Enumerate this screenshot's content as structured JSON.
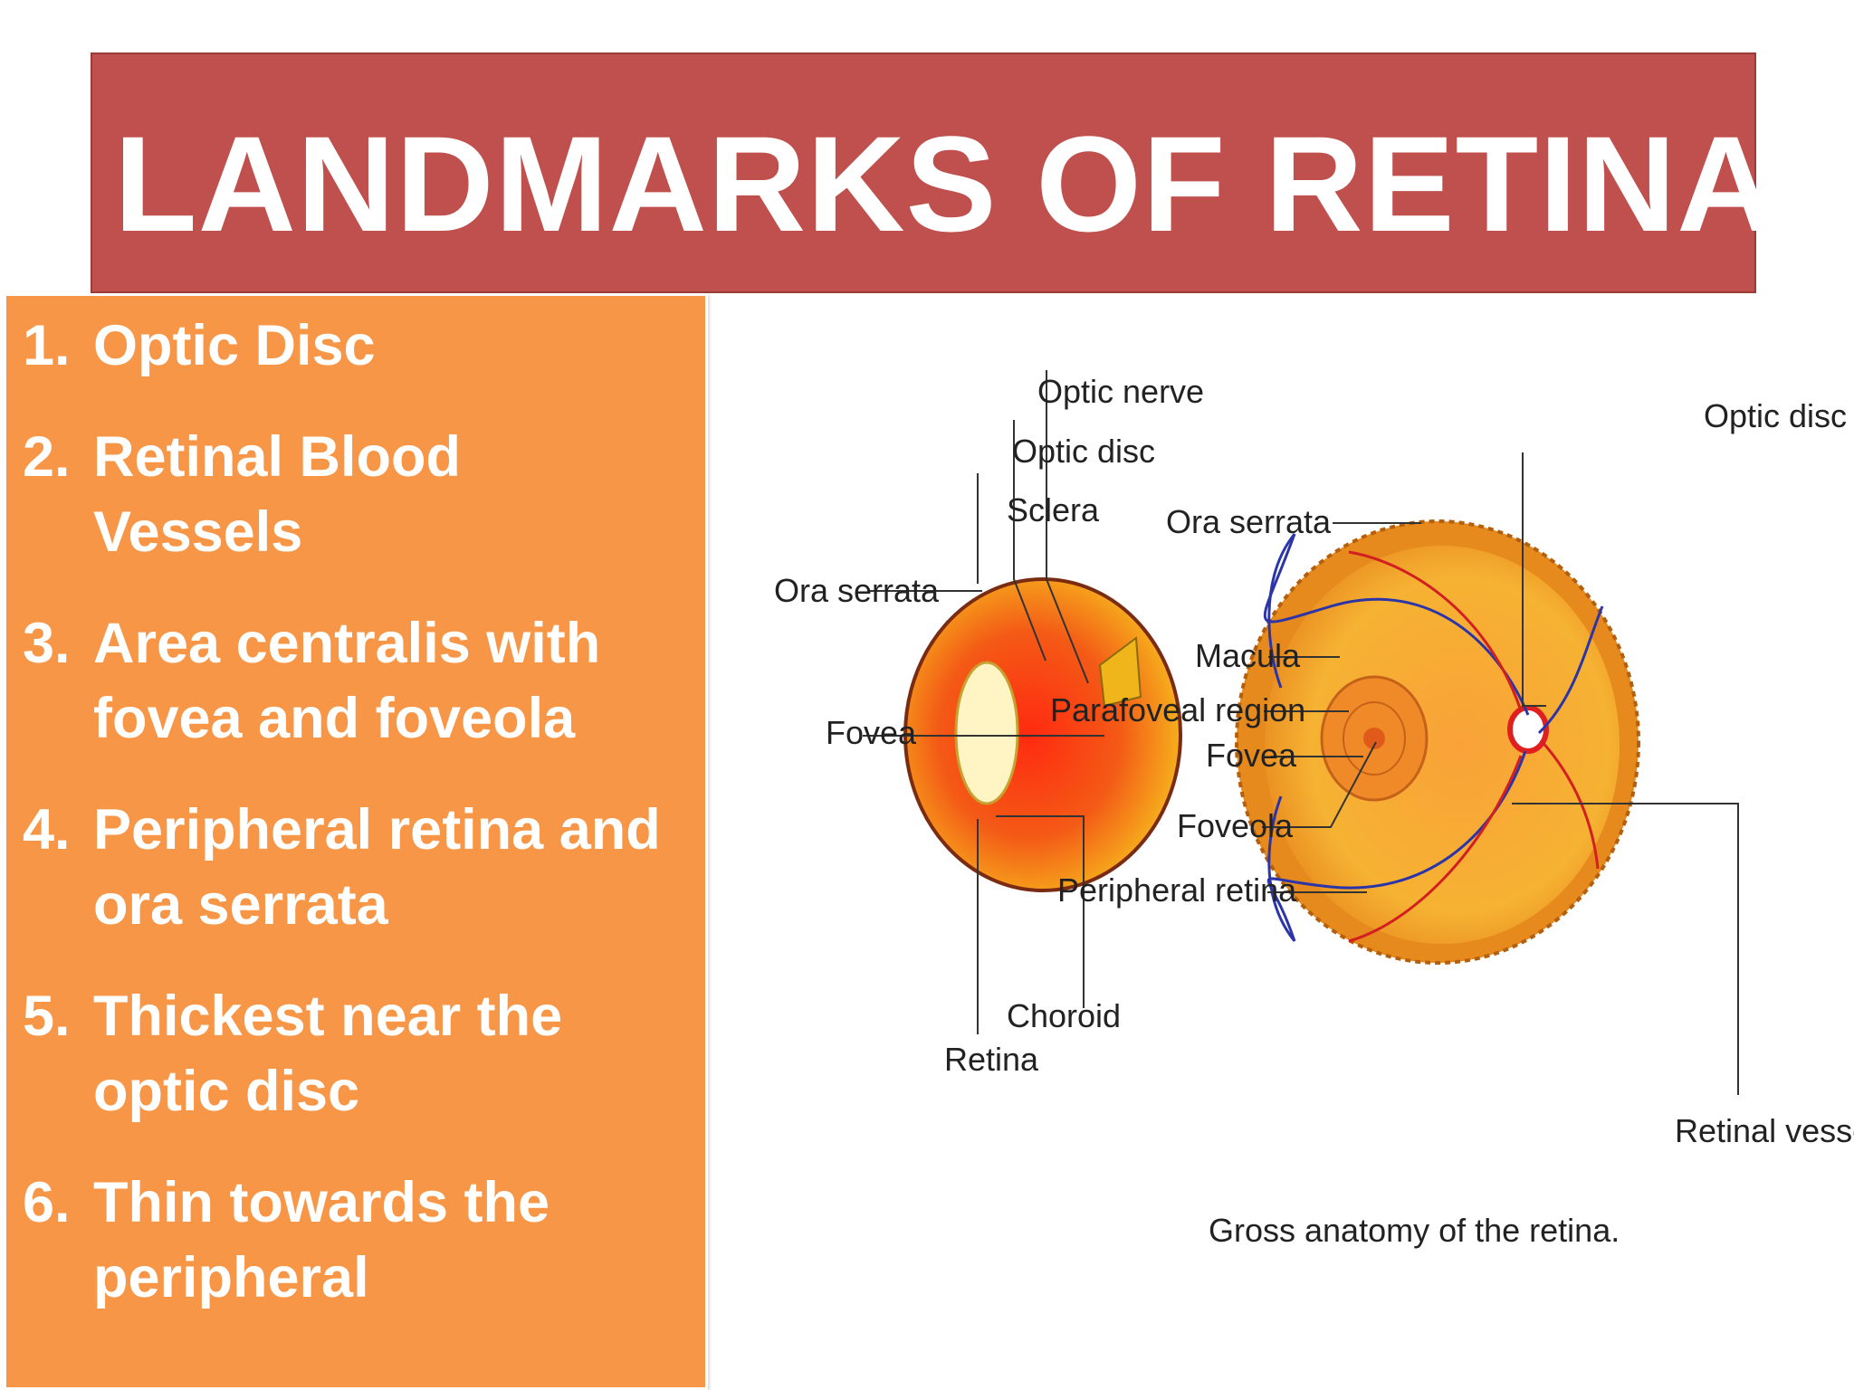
{
  "title": "LANDMARKS OF RETINA",
  "items": [
    {
      "num": "1.",
      "text": "Optic Disc"
    },
    {
      "num": "2.",
      "text": "Retinal Blood Vessels"
    },
    {
      "num": "3.",
      "text": "Area centralis with fovea and foveola"
    },
    {
      "num": "4.",
      "text": "Peripheral retina and ora serrata"
    },
    {
      "num": "5.",
      "text": "Thickest near the optic disc"
    },
    {
      "num": "6.",
      "text": "Thin towards the peripheral"
    }
  ],
  "diagram": {
    "labels": {
      "optic_nerve": "Optic nerve",
      "optic_disc_left": "Optic disc",
      "sclera": "Sclera",
      "ora_serrata_left": "Ora serrata",
      "fovea_left": "Fovea",
      "retina": "Retina",
      "choroid": "Choroid",
      "optic_disc_right": "Optic  disc",
      "ora_serrata_right": "Ora serrata",
      "macula": "Macula",
      "parafoveal_region": "Parafoveal region",
      "fovea_right": "Fovea",
      "foveola": "Foveola",
      "peripheral_retina": "Peripheral retina",
      "retinal_vessels": "Retinal  vessels"
    },
    "caption": "Gross anatomy of the retina."
  },
  "colors": {
    "title_bg": "#c0504d",
    "panel_bg": "#f79646",
    "text_on_color": "#ffffff"
  }
}
